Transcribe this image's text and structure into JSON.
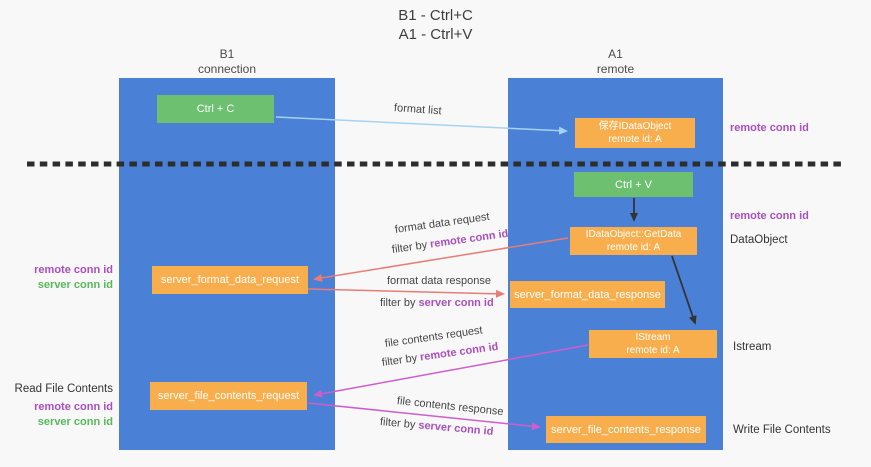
{
  "title": {
    "line1": "B1 - Ctrl+C",
    "line2": "A1 - Ctrl+V"
  },
  "lifelines": {
    "left": {
      "name": "B1",
      "role": "connection"
    },
    "right": {
      "name": "A1",
      "role": "remote"
    }
  },
  "nodes": {
    "ctrl_c": {
      "label": "Ctrl + C"
    },
    "saved_dataobject": {
      "line1": "保存IDataObject",
      "line2": "remote id: A"
    },
    "ctrl_v": {
      "label": "Ctrl + V"
    },
    "idataobject_getdata": {
      "line1": "IDataObject::GetData",
      "line2": "remote id: A"
    },
    "server_format_data_request": {
      "label": "server_format_data_request"
    },
    "server_format_data_response": {
      "label": "server_format_data_response"
    },
    "istream": {
      "line1": "IStream",
      "line2": "remote id: A"
    },
    "server_file_contents_request": {
      "label": "server_file_contents_request"
    },
    "server_file_contents_response": {
      "label": "server_file_contents_response"
    }
  },
  "edge_labels": {
    "format_list": "format list",
    "format_data_request": "format data request",
    "format_data_request_filter": {
      "prefix": "filter by ",
      "key": "remote conn id"
    },
    "format_data_response": "format data response",
    "format_data_response_filter": {
      "prefix": "filter by ",
      "key": "server conn id"
    },
    "file_contents_request": "file contents request",
    "file_contents_request_filter": {
      "prefix": "filter by ",
      "key": "remote conn id"
    },
    "file_contents_response": "file contents response",
    "file_contents_response_filter": {
      "prefix": "filter by ",
      "key": "server conn id"
    }
  },
  "side_labels": {
    "right_top_remote_conn_id": "remote conn id",
    "right_mid_remote_conn_id": "remote conn id",
    "dataobject": "DataObject",
    "istream": "Istream",
    "write_file_contents": "Write File Contents",
    "left_remote_conn_id_1": "remote conn id",
    "left_server_conn_id_1": "server conn id",
    "read_file_contents": "Read File Contents",
    "left_remote_conn_id_2": "remote conn id",
    "left_server_conn_id_2": "server conn id"
  },
  "colors": {
    "lifeline_fill": "#4a80d6",
    "node_green": "#6ec071",
    "node_orange": "#f9ae4d",
    "purple_text": "#ab4fc0",
    "green_text": "#58b95c",
    "arrow_blue": "#a5d2f3",
    "arrow_red": "#e87c76",
    "arrow_magenta": "#cf5ecb",
    "arrow_black": "#333333"
  }
}
